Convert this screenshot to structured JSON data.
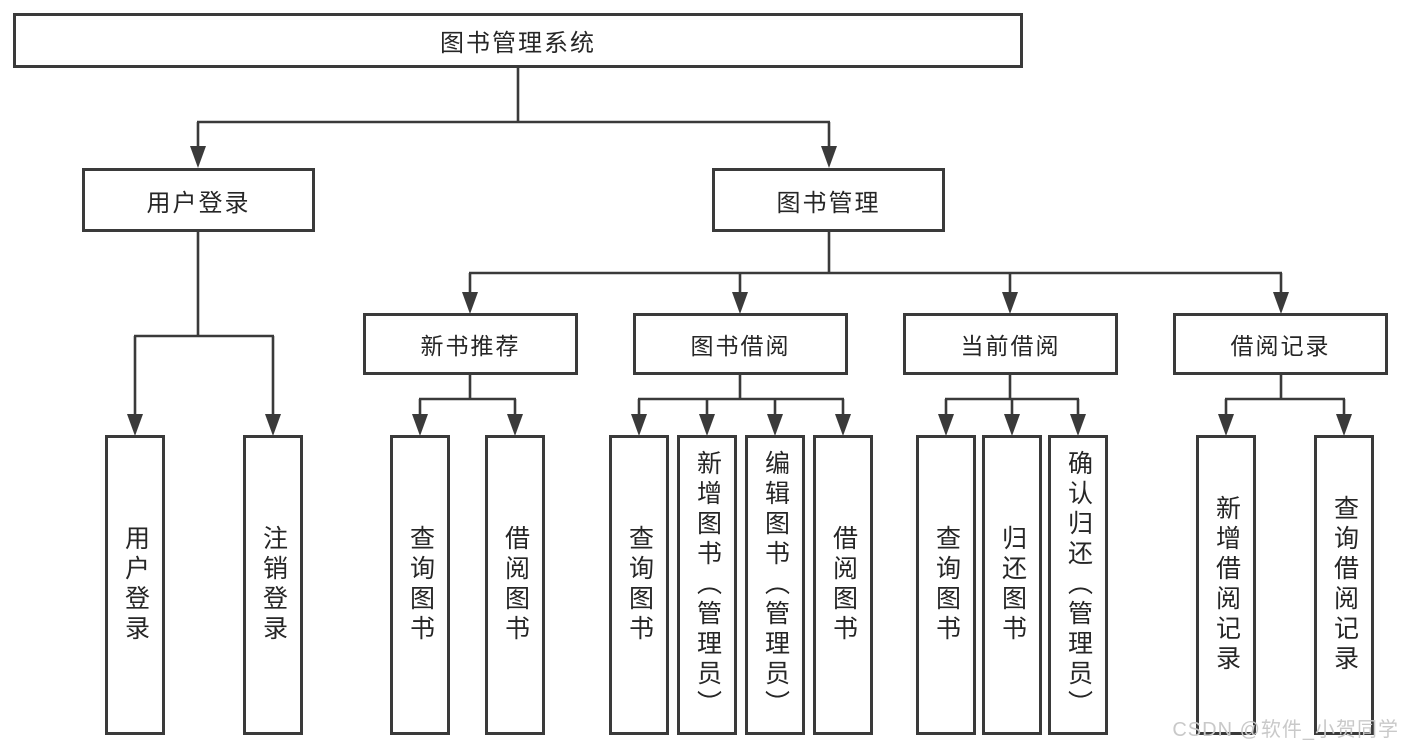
{
  "theme": {
    "line-color": "#3a3a3a",
    "text-color": "#262626",
    "watermark-color": "#c9c9c9"
  },
  "watermark": {
    "text": "CSDN @软件_小贺同学"
  },
  "diagram": {
    "type": "hierarchy-tree",
    "nodes": {
      "root": {
        "label": "图书管理系统"
      },
      "user_login": {
        "label": "用户登录"
      },
      "book_mgmt": {
        "label": "图书管理"
      },
      "new_books": {
        "label": "新书推荐"
      },
      "book_borrow": {
        "label": "图书借阅"
      },
      "current_borrow": {
        "label": "当前借阅"
      },
      "borrow_records": {
        "label": "借阅记录"
      },
      "leaves": [
        {
          "label": "用户登录"
        },
        {
          "label": "注销登录"
        },
        {
          "label": "查询图书"
        },
        {
          "label": "借阅图书"
        },
        {
          "label": "查询图书"
        },
        {
          "label": "新增图书（管理员）"
        },
        {
          "label": "编辑图书（管理员）"
        },
        {
          "label": "借阅图书"
        },
        {
          "label": "查询图书"
        },
        {
          "label": "归还图书"
        },
        {
          "label": "确认归还（管理员）"
        },
        {
          "label": "新增借阅记录"
        },
        {
          "label": "查询借阅记录"
        }
      ]
    },
    "structure": {
      "图书管理系统": [
        "用户登录",
        "图书管理"
      ],
      "用户登录": [
        "用户登录",
        "注销登录"
      ],
      "图书管理": [
        "新书推荐",
        "图书借阅",
        "当前借阅",
        "借阅记录"
      ],
      "新书推荐": [
        "查询图书",
        "借阅图书"
      ],
      "图书借阅": [
        "查询图书",
        "新增图书（管理员）",
        "编辑图书（管理员）",
        "借阅图书"
      ],
      "当前借阅": [
        "查询图书",
        "归还图书",
        "确认归还（管理员）"
      ],
      "借阅记录": [
        "新增借阅记录",
        "查询借阅记录"
      ]
    }
  }
}
